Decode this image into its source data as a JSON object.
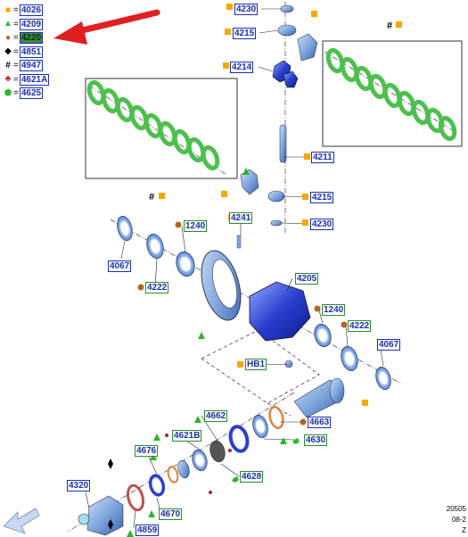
{
  "legend": [
    {
      "symbol": "square",
      "color": "#f5a800",
      "code": "4026"
    },
    {
      "symbol": "triangle",
      "color": "#2bb52b",
      "code": "4209"
    },
    {
      "symbol": "circle",
      "color": "#b5651d",
      "code": "4220",
      "highlight": true
    },
    {
      "symbol": "diamond",
      "color": "#000000",
      "code": "4851"
    },
    {
      "symbol": "hash",
      "color": "#000000",
      "code": "4947"
    },
    {
      "symbol": "club",
      "color": "#b52020",
      "code": "4621A"
    },
    {
      "symbol": "pentagon",
      "color": "#2bb52b",
      "code": "4625"
    }
  ],
  "equals": "=",
  "callouts": {
    "c4230_top": "4230",
    "c4215_top": "4215",
    "c4214": "4214",
    "c4211": "4211",
    "c4215_mid": "4215",
    "c4230_mid": "4230",
    "c4241": "4241",
    "c1240_left": "1240",
    "c4067_left": "4067",
    "c4222_left": "4222",
    "c4205": "4205",
    "c1240_right": "1240",
    "c4222_right": "4222",
    "c4067_right": "4067",
    "cHB1": "HB1",
    "c4662": "4662",
    "c4663": "4663",
    "c4621B": "4621B",
    "c4630": "4630",
    "c4676": "4676",
    "c4628": "4628",
    "c4320": "4320",
    "c4670": "4670",
    "c4859": "4859"
  },
  "hash_symbol": "#",
  "footer": {
    "line1": "20505",
    "line2": "08-2",
    "line3": "Z"
  },
  "arrow_color": "#e02020",
  "part_color": "#4a7fd4"
}
